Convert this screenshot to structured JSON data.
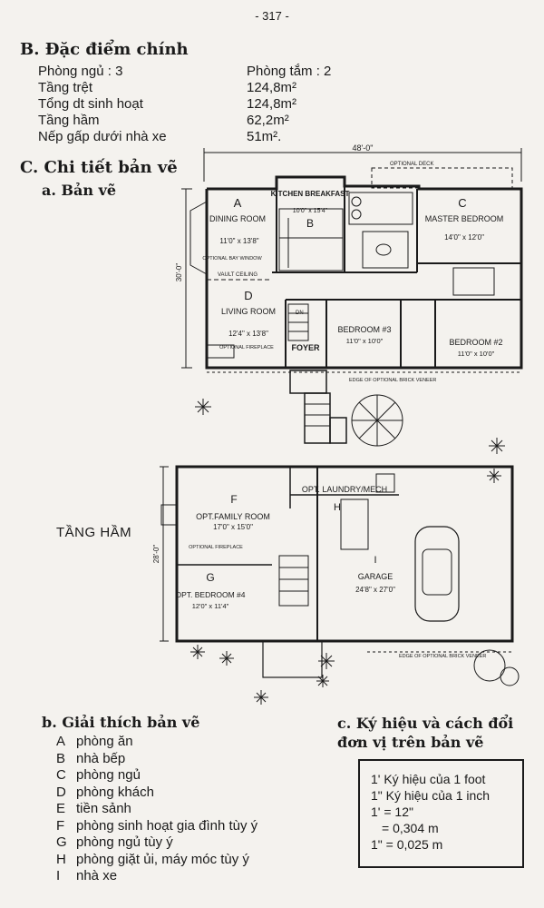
{
  "page_number": "- 317 -",
  "section_b": {
    "title": "B. Đặc điểm chính",
    "specs": [
      {
        "label": "Phòng ngủ : 3",
        "value": "Phòng tắm : 2"
      },
      {
        "label": "Tầng trệt",
        "value": "124,8m²"
      },
      {
        "label": "Tổng dt sinh hoạt",
        "value": "124,8m²"
      },
      {
        "label": "Tầng hầm",
        "value": "62,2m²"
      },
      {
        "label": "Nếp gấp dưới nhà xe",
        "value": "51m²."
      }
    ]
  },
  "section_c": {
    "title": "C. Chi tiết bản vẽ",
    "sub_a": "a. Bản vẽ",
    "sub_b": "b. Giải thích bản vẽ",
    "sub_c": "c. Ký hiệu và cách đổi đơn vị trên bản vẽ"
  },
  "plan_labels": {
    "overall_width": "48'-0\"",
    "depth": "30'-0\"",
    "optional_deck": "OPTIONAL DECK",
    "dining_letter": "A",
    "dining_name": "DINING ROOM",
    "dining_size": "11'0\" x 13'8\"",
    "kitchen_name": "KITCHEN BREAKFAST",
    "kitchen_size": "10'0\" x 15'4\"",
    "kitchen_letter": "B",
    "master_letter": "C",
    "master_name": "MASTER BEDROOM",
    "master_size": "14'0\" x 12'0\"",
    "optional_bay": "OPTIONAL BAY WINDOW",
    "vault": "VAULT CEILING",
    "living_letter": "D",
    "living_name": "LIVING ROOM",
    "living_size": "12'4\" x 13'8\"",
    "fireplace": "OPTIONAL FIREPLACE",
    "foyer": "FOYER",
    "dn": "DN",
    "bed3_name": "BEDROOM #3",
    "bed3_size": "11'0\" x 10'0\"",
    "bed2_name": "BEDROOM #2",
    "bed2_size": "11'0\" x 10'0\"",
    "brick": "EDGE OF OPTIONAL BRICK VENEER",
    "basement_label": "TẦNG HẦM",
    "basement_depth": "28'-0\"",
    "family_letter": "F",
    "family_name": "OPT.FAMILY ROOM",
    "family_size": "17'0\" x 15'0\"",
    "laundry_name": "OPT. LAUNDRY/MECH",
    "laundry_letter": "H",
    "opt_fireplace": "OPTIONAL FIREPLACE",
    "bed4_letter": "G",
    "bed4_name": "OPT. BEDROOM #4",
    "bed4_size": "12'0\" x 11'4\"",
    "garage_letter": "I",
    "garage_name": "GARAGE",
    "garage_size": "24'8\" x 27'0\"",
    "brick2": "EDGE OF OPTIONAL BRICK VENEER"
  },
  "legend": [
    {
      "key": "A",
      "text": "phòng ăn"
    },
    {
      "key": "B",
      "text": "nhà bếp"
    },
    {
      "key": "C",
      "text": "phòng ngủ"
    },
    {
      "key": "D",
      "text": "phòng khách"
    },
    {
      "key": "E",
      "text": "tiền sảnh"
    },
    {
      "key": "F",
      "text": "phòng sinh hoạt gia đình tùy ý"
    },
    {
      "key": "G",
      "text": "phòng ngủ tùy ý"
    },
    {
      "key": "H",
      "text": "phòng giặt ủi, máy móc tùy ý"
    },
    {
      "key": "I",
      "text": "nhà xe"
    }
  ],
  "units": [
    "1' Ký hiệu của 1 foot",
    "1\" Ký hiệu của 1 inch",
    "1' = 12\"",
    "= 0,304 m",
    "1\" = 0,025 m"
  ]
}
